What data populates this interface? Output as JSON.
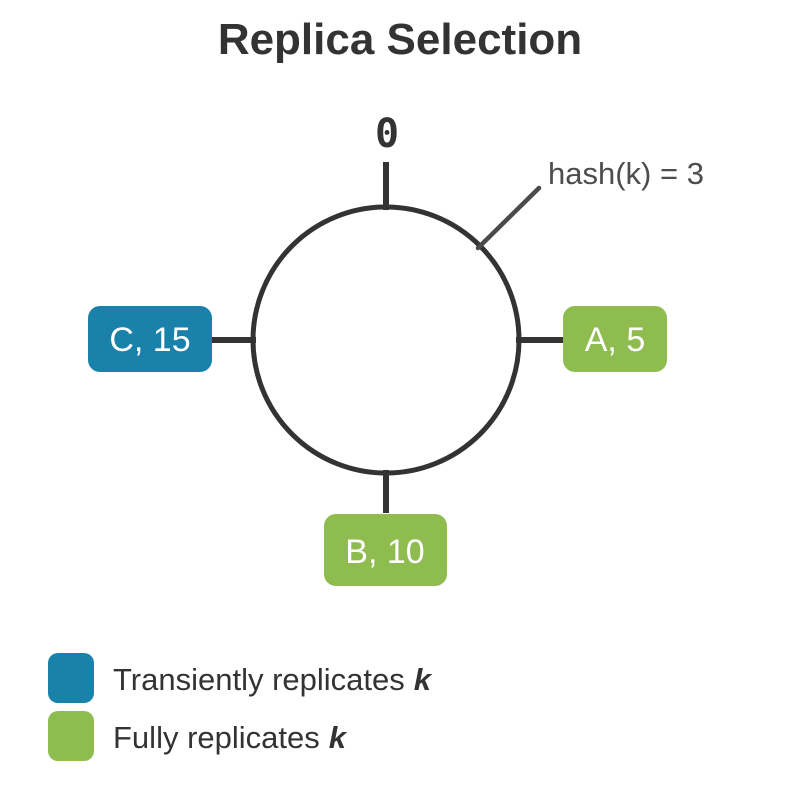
{
  "figure": {
    "title": "Replica Selection"
  },
  "ring": {
    "origin_label": "0",
    "hash_annotation": "hash(k) = 3",
    "nodes": [
      {
        "label": "C, 15",
        "role": "transient-replica",
        "position": "left"
      },
      {
        "label": "A, 5",
        "role": "full-replica",
        "position": "right"
      },
      {
        "label": "B, 10",
        "role": "full-replica",
        "position": "bottom"
      }
    ]
  },
  "legend": {
    "items": [
      {
        "color": "#1a81ab",
        "text": "Transiently replicates",
        "emphasis": "k"
      },
      {
        "color": "#8fbc4f",
        "text": "Fully replicates",
        "emphasis": "k"
      }
    ]
  },
  "colors": {
    "transient_node": "#1a81ab",
    "full_node": "#8fbc4f",
    "ring_stroke": "#333333",
    "tick_stroke": "#333333",
    "hash_line": "#4a4a4a",
    "title_text": "#333333",
    "origin_text": "#333333",
    "annotation_text": "#4d4d4d",
    "node_label_text": "#ffffff",
    "legend_text": "#333333"
  }
}
